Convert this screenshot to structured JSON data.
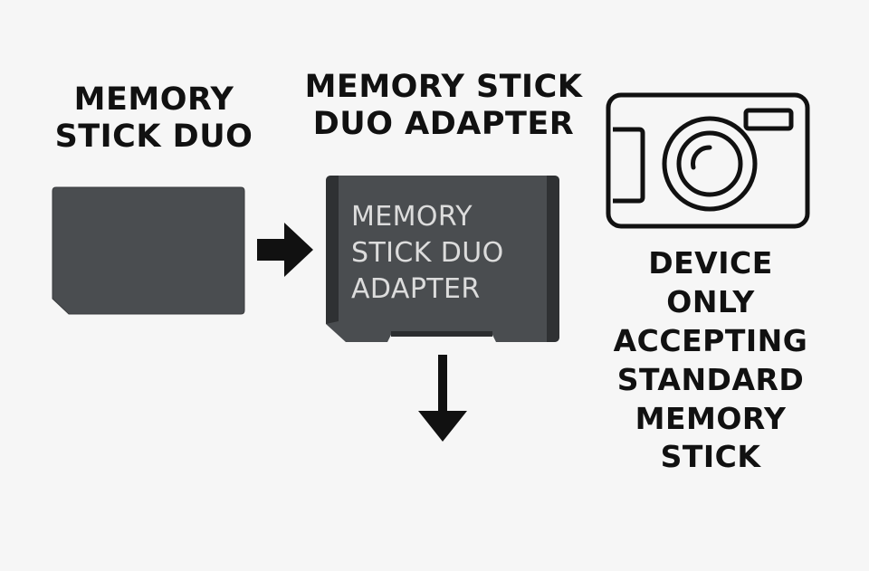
{
  "labels": {
    "memory_stick_duo": "MEMORY\nSTICK DUO",
    "adapter_title": "MEMORY STICK\nDUO ADAPTER",
    "adapter_card_text": "MEMORY\nSTICK DUO\nADAPTER",
    "device": "DEVICE\nONLY\nACCEPTING\nSTANDARD\nMEMORY\nSTICK"
  },
  "icons": {
    "arrow_right": "arrow-right-icon",
    "arrow_down": "arrow-down-icon",
    "camera": "camera-icon"
  },
  "colors": {
    "background": "#f6f6f6",
    "card": "#4a4d50",
    "card_edge": "#2c2e30",
    "adapter_text": "#dcdcdc",
    "ink": "#111111"
  }
}
